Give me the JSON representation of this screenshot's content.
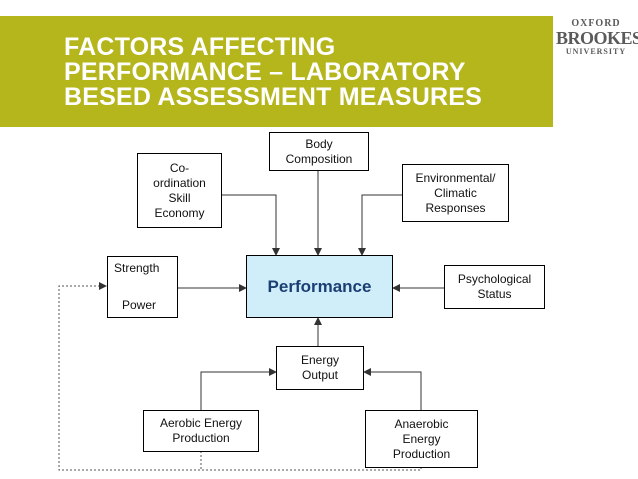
{
  "slide": {
    "title_lines": [
      "FACTORS AFFECTING",
      "PERFORMANCE – LABORATORY",
      "BESED ASSESSMENT MEASURES"
    ],
    "banner_color": "#b5b51c",
    "logo": {
      "line1": "OXFORD",
      "line2": "BROOKES",
      "line3": "UNIVERSITY"
    }
  },
  "diagram": {
    "center": "Performance",
    "center_color": "#cfeefa",
    "coordination": [
      "Co-",
      "ordination",
      "Skill",
      "Economy"
    ],
    "body": [
      "Body",
      "Composition"
    ],
    "environment": [
      "Environmental/",
      "Climatic",
      "Responses"
    ],
    "strength": [
      "Strength",
      "Power"
    ],
    "psych": [
      "Psychological",
      "Status"
    ],
    "energy": [
      "Energy",
      "Output"
    ],
    "aerobic": [
      "Aerobic Energy",
      "Production"
    ],
    "anaerobic": [
      "Anaerobic",
      "Energy",
      "Production"
    ]
  }
}
